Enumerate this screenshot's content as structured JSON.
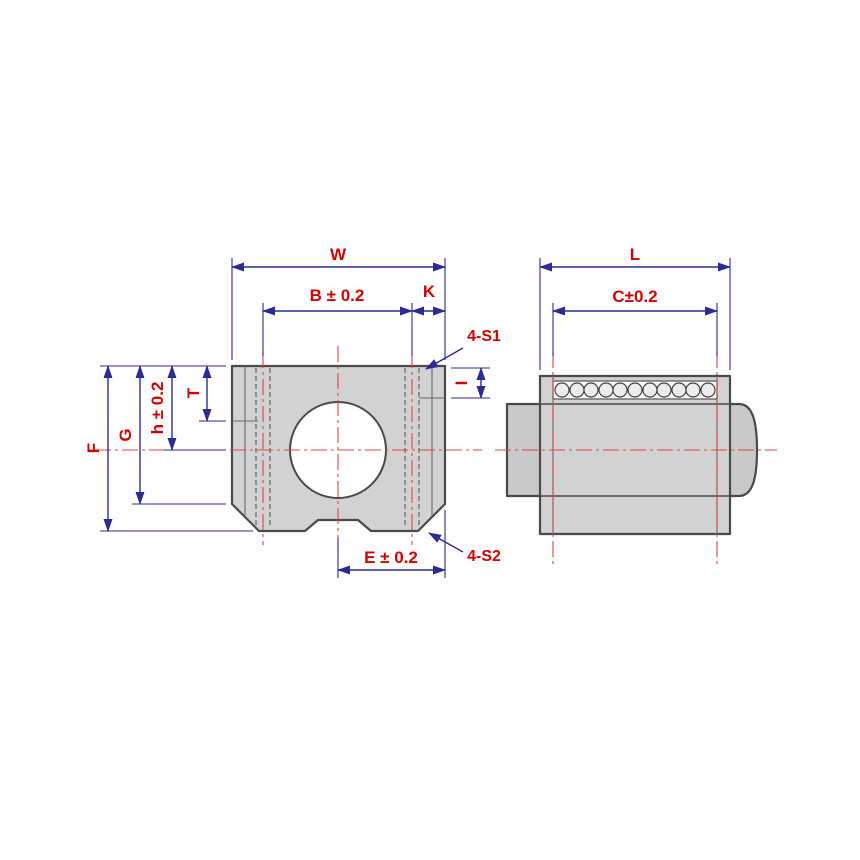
{
  "drawing": {
    "front_view": {
      "dim_W": "W",
      "dim_B": "B ± 0.2",
      "dim_K": "K",
      "dim_I": "I",
      "dim_T": "T",
      "dim_h": "h ± 0.2",
      "dim_G": "G",
      "dim_F": "F",
      "dim_E": "E ± 0.2",
      "callout_S1": "4-S1",
      "callout_S2": "4-S2"
    },
    "side_view": {
      "dim_L": "L",
      "dim_C": "C±0.2"
    },
    "colors": {
      "dimension_line": "#2b2b96",
      "label": "#d40000",
      "centerline": "#dd4444",
      "body_fill": "#d2d2d2",
      "body_outline": "#4a4a4a"
    }
  }
}
